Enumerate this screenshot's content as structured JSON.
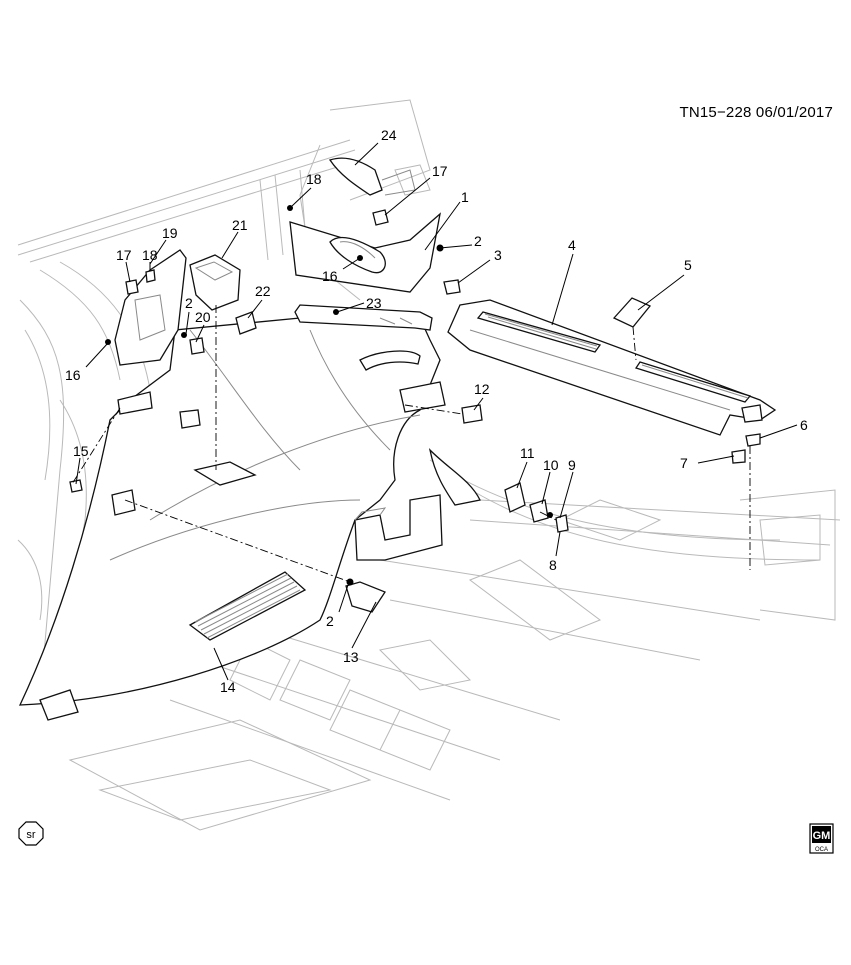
{
  "figure": {
    "doc_id": "TN15−228",
    "date": "06/01/2017",
    "callouts": [
      "1",
      "2",
      "3",
      "4",
      "5",
      "6",
      "7",
      "8",
      "9",
      "10",
      "11",
      "12",
      "13",
      "14",
      "15",
      "16",
      "17",
      "18",
      "19",
      "20",
      "21",
      "22",
      "23",
      "24"
    ],
    "callout_list": [
      {
        "n": "24"
      },
      {
        "n": "17"
      },
      {
        "n": "18"
      },
      {
        "n": "1"
      },
      {
        "n": "2"
      },
      {
        "n": "3"
      },
      {
        "n": "21"
      },
      {
        "n": "19"
      },
      {
        "n": "17"
      },
      {
        "n": "18"
      },
      {
        "n": "16"
      },
      {
        "n": "4"
      },
      {
        "n": "5"
      },
      {
        "n": "22"
      },
      {
        "n": "23"
      },
      {
        "n": "2"
      },
      {
        "n": "20"
      },
      {
        "n": "16"
      },
      {
        "n": "12"
      },
      {
        "n": "6"
      },
      {
        "n": "15"
      },
      {
        "n": "11"
      },
      {
        "n": "10"
      },
      {
        "n": "9"
      },
      {
        "n": "7"
      },
      {
        "n": "8"
      },
      {
        "n": "2"
      },
      {
        "n": "13"
      },
      {
        "n": "14"
      }
    ],
    "sr_badge": "sr",
    "logo_text": "GM",
    "logo_subtext": "OCA"
  }
}
